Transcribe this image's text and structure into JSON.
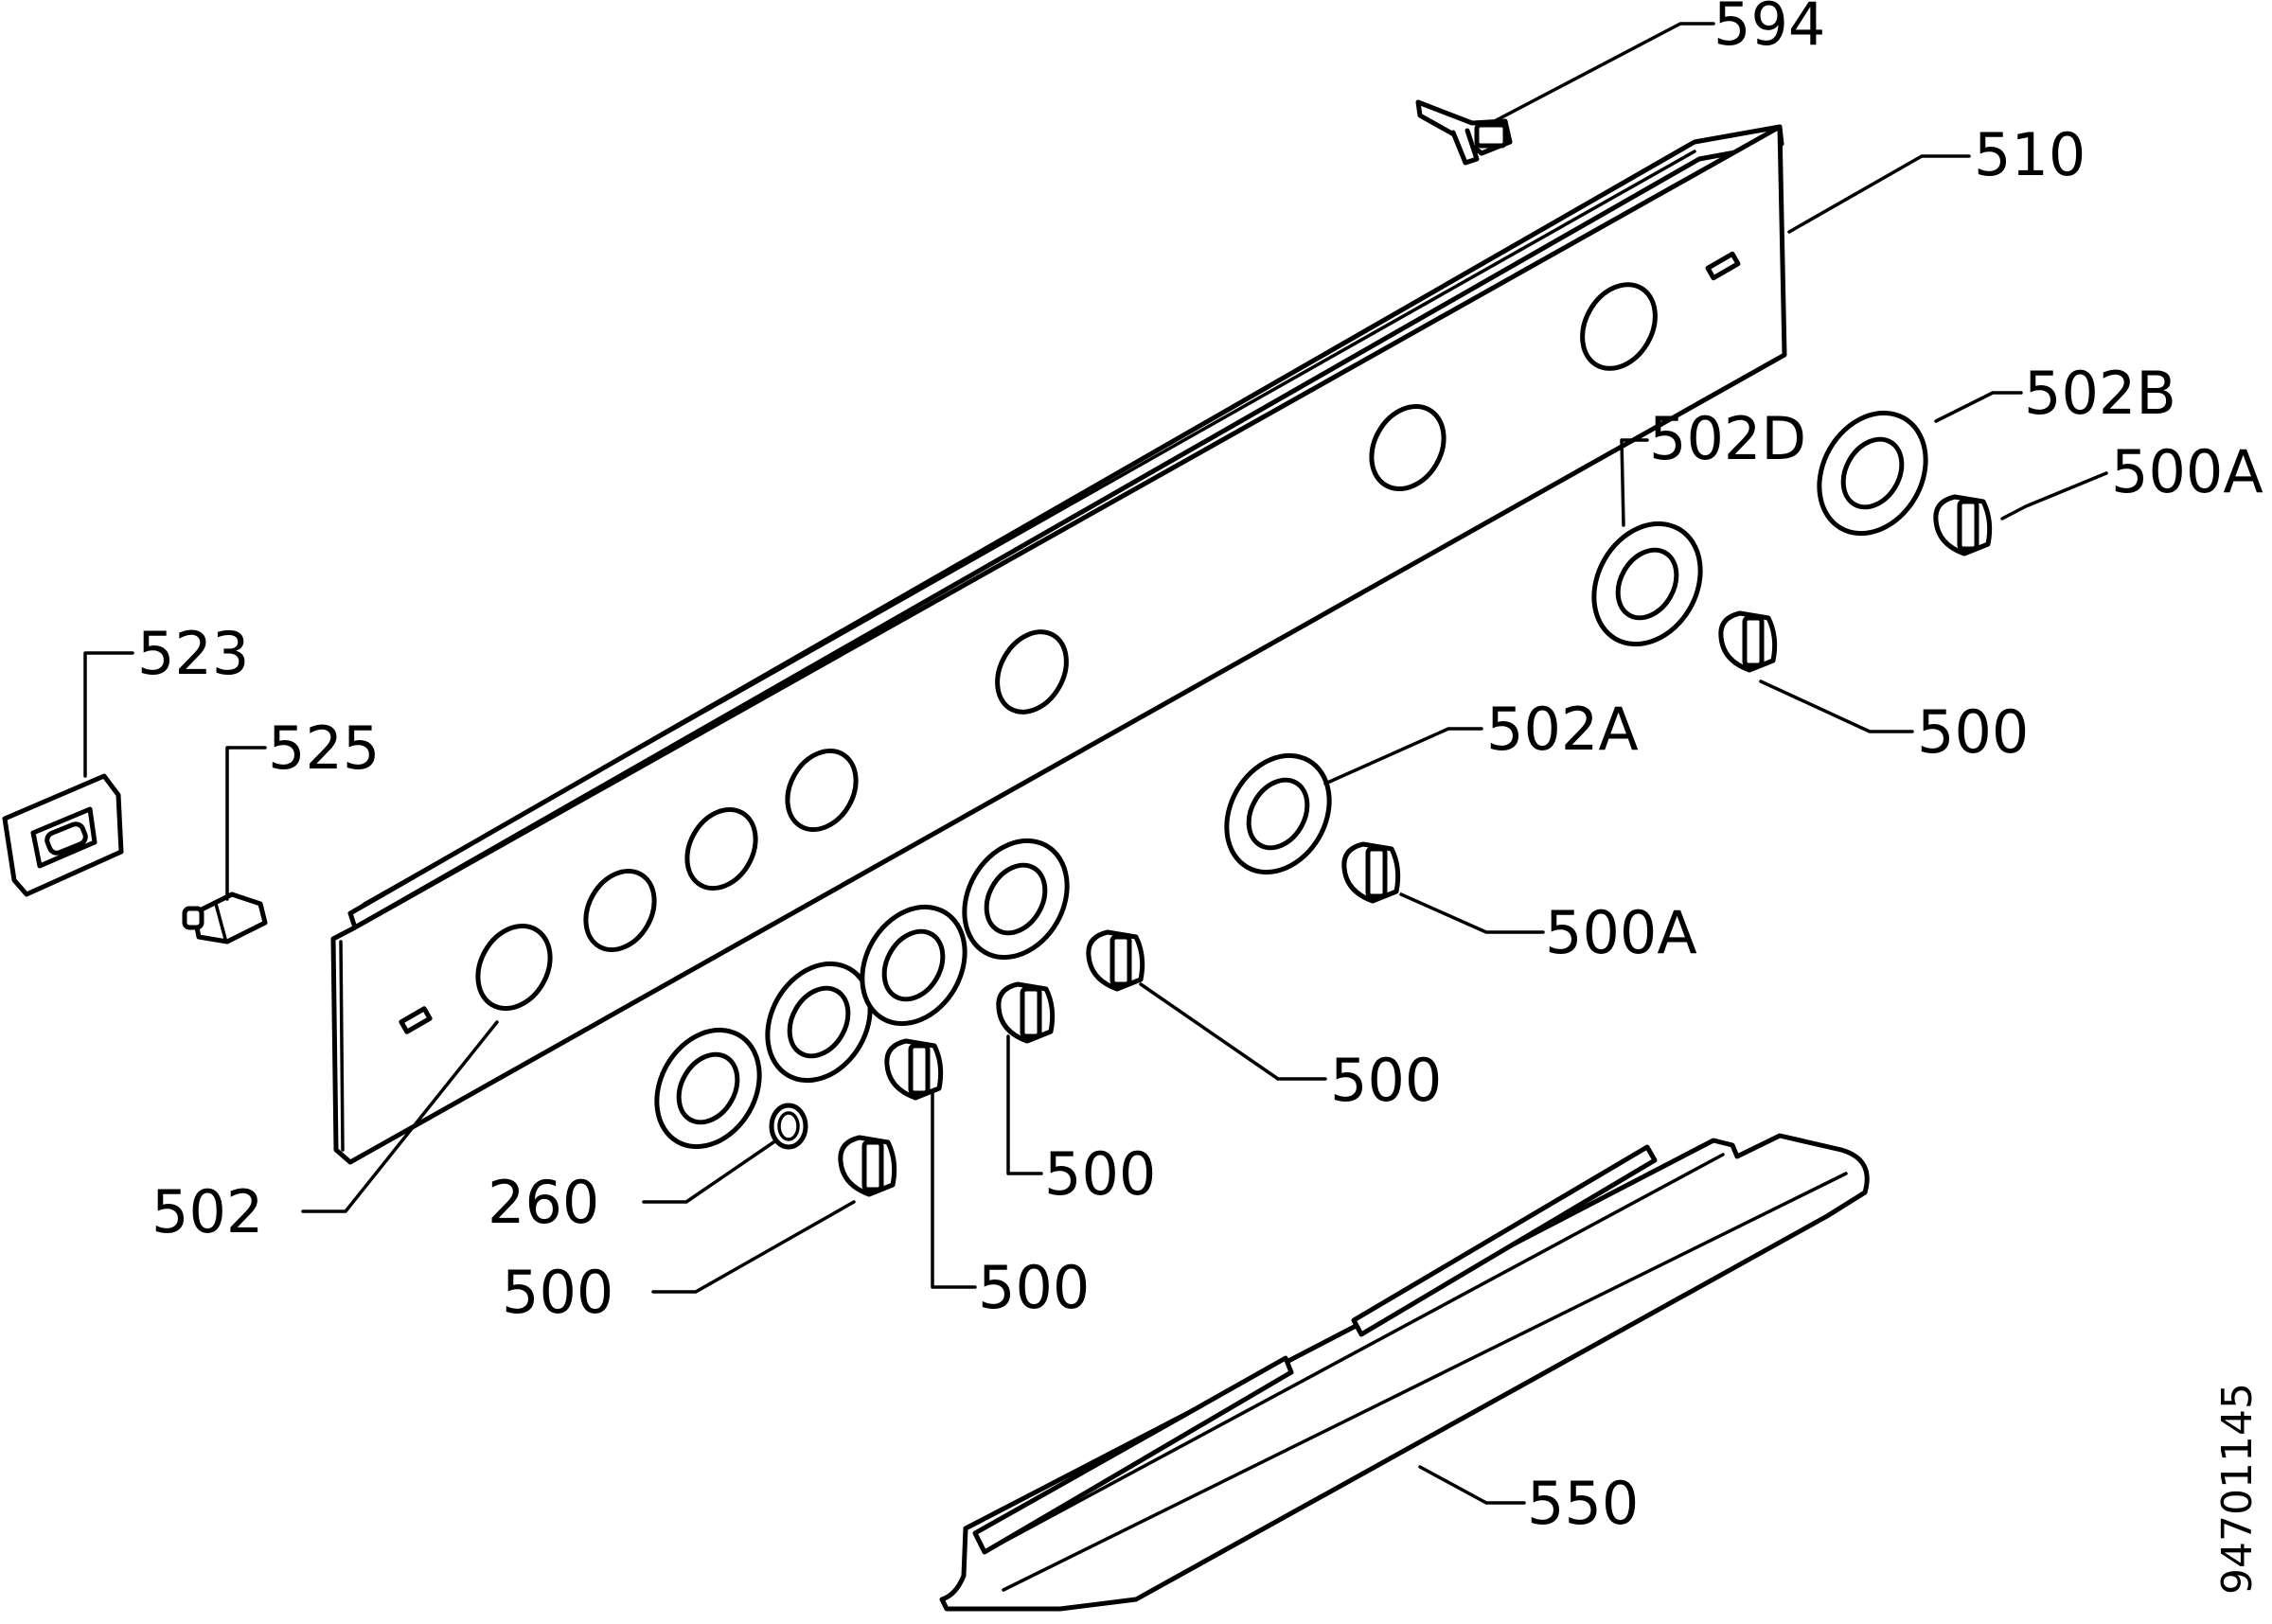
{
  "diagram": {
    "drawing_number": "94701145",
    "colors": {
      "ink": "#000000",
      "paper": "#ffffff"
    },
    "labels": {
      "l594": "594",
      "l510": "510",
      "l502b": "502B",
      "l500a_top": "500A",
      "l502d": "502D",
      "l523": "523",
      "l525": "525",
      "l500_right": "500",
      "l502a": "502A",
      "l500a_mid": "500A",
      "l500_a": "500",
      "l500_b": "500",
      "l500_c": "500",
      "l500_d": "500",
      "l502": "502",
      "l260": "260",
      "l550": "550"
    }
  }
}
